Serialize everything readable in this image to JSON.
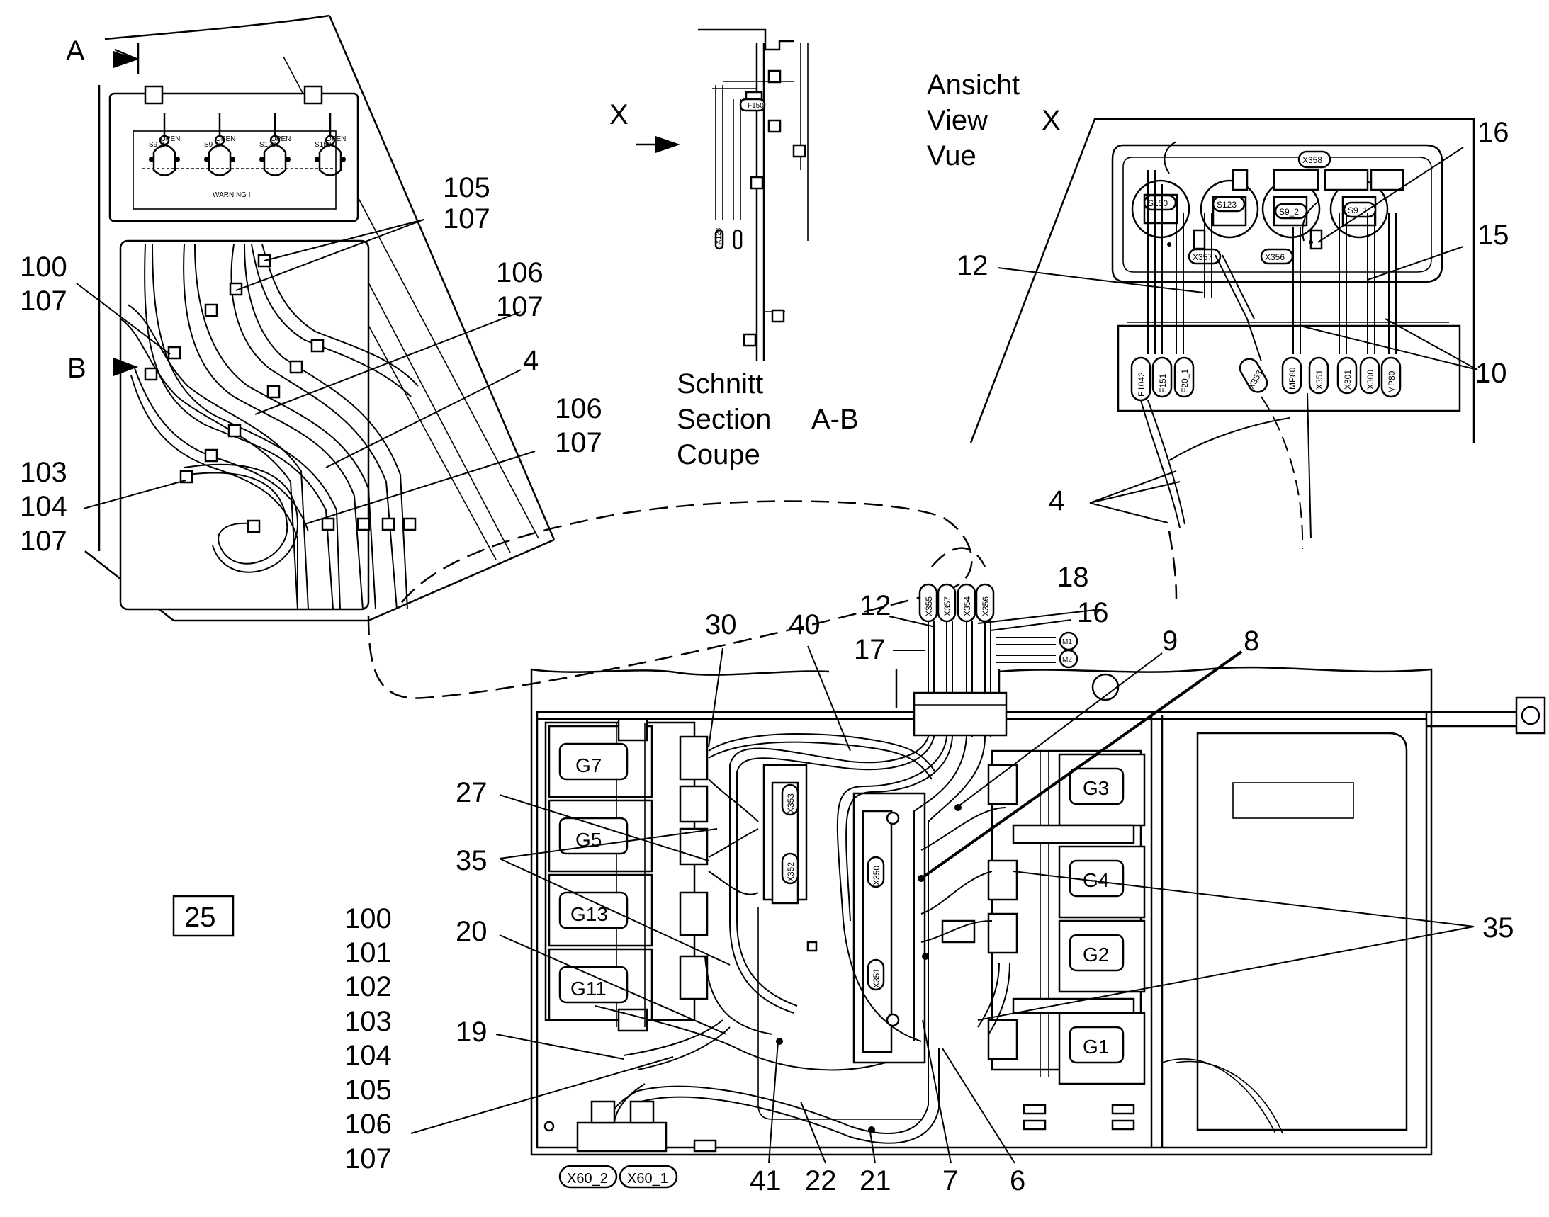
{
  "section_markers": {
    "a": "A",
    "b": "B",
    "x": "X"
  },
  "view_x": {
    "line1": "Ansicht",
    "line2": "View",
    "line3": "Vue",
    "letter": "X"
  },
  "section_ab": {
    "line1": "Schnitt",
    "line2": "Section",
    "line3": "Coupe",
    "letters": "A-B"
  },
  "panel": {
    "switches": [
      "S9_1",
      "S9_2",
      "S123",
      "S150"
    ],
    "open_label": "OPEN",
    "warning_title": "WARNING !"
  },
  "section_tags": [
    "X123",
    "F150"
  ],
  "view_x_tags": {
    "top": [
      "X358"
    ],
    "middle": [
      "S150",
      "S123",
      "S9_2",
      "S9_1",
      "X357",
      "X356"
    ],
    "bottom": [
      "E1042",
      "F151",
      "F20_1",
      "X353",
      "MP80",
      "X351",
      "X301",
      "X300",
      "MP80"
    ]
  },
  "main_tags": {
    "top_connectors": [
      "X355",
      "X357",
      "X354",
      "X356"
    ],
    "motors": [
      "M1",
      "M2"
    ],
    "terminals": [
      "X353",
      "X352",
      "X350",
      "X351"
    ],
    "plugs": [
      "X60_2",
      "X60_1"
    ]
  },
  "modules": {
    "left": [
      "G7",
      "G5",
      "G13",
      "G11"
    ],
    "right": [
      "G3",
      "G4",
      "G2",
      "G1"
    ]
  },
  "boxed_number": "25",
  "reference_list": [
    "100",
    "101",
    "102",
    "103",
    "104",
    "105",
    "106",
    "107"
  ],
  "labels": {
    "l105": "105",
    "l107a": "107",
    "l100": "100",
    "l107b": "107",
    "l106a": "106",
    "l107c": "107",
    "l4a": "4",
    "l106b": "106",
    "l107d": "107",
    "l103": "103",
    "l104": "104",
    "l107e": "107",
    "l16a": "16",
    "l15": "15",
    "l12a": "12",
    "l10": "10",
    "l4b": "4",
    "l18": "18",
    "l12b": "12",
    "l16b": "16",
    "l17": "17",
    "l30": "30",
    "l40": "40",
    "l9": "9",
    "l8": "8",
    "l27": "27",
    "l35a": "35",
    "l35b": "35",
    "l20": "20",
    "l19": "19",
    "l41": "41",
    "l22": "22",
    "l21": "21",
    "l7": "7",
    "l6": "6"
  }
}
